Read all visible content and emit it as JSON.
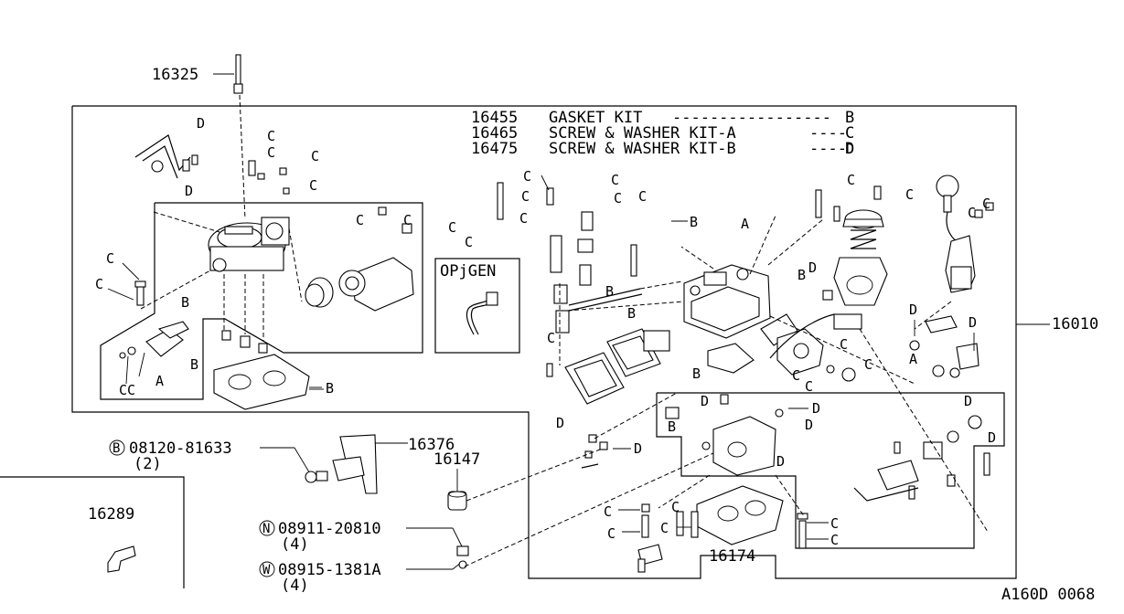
{
  "kit_list": [
    {
      "number": "16455",
      "name": "GASKET KIT",
      "leader": "-----------------",
      "code": "B"
    },
    {
      "number": "16465",
      "name": "SCREW & WASHER KIT-A",
      "leader": "----",
      "code": "C"
    },
    {
      "number": "16475",
      "name": "SCREW & WASHER KIT-B",
      "leader": "----",
      "code": "D"
    }
  ],
  "part_numbers": {
    "p16325": "16325",
    "p16010": "16010",
    "p16376": "16376",
    "p16147": "16147",
    "p16289": "16289",
    "p16174": "16174"
  },
  "option_box_label": "OPjGEN",
  "fasteners": [
    {
      "symbol": "B",
      "number": "08120-81633",
      "qty": "(2)"
    },
    {
      "symbol": "N",
      "number": "08911-20810",
      "qty": "(4)"
    },
    {
      "symbol": "W",
      "number": "08915-1381A",
      "qty": "(4)"
    }
  ],
  "callout_letters": {
    "A": "A",
    "B": "B",
    "C": "C",
    "D": "D",
    "CC": "CC"
  },
  "diagram_code": "A160D 0068"
}
